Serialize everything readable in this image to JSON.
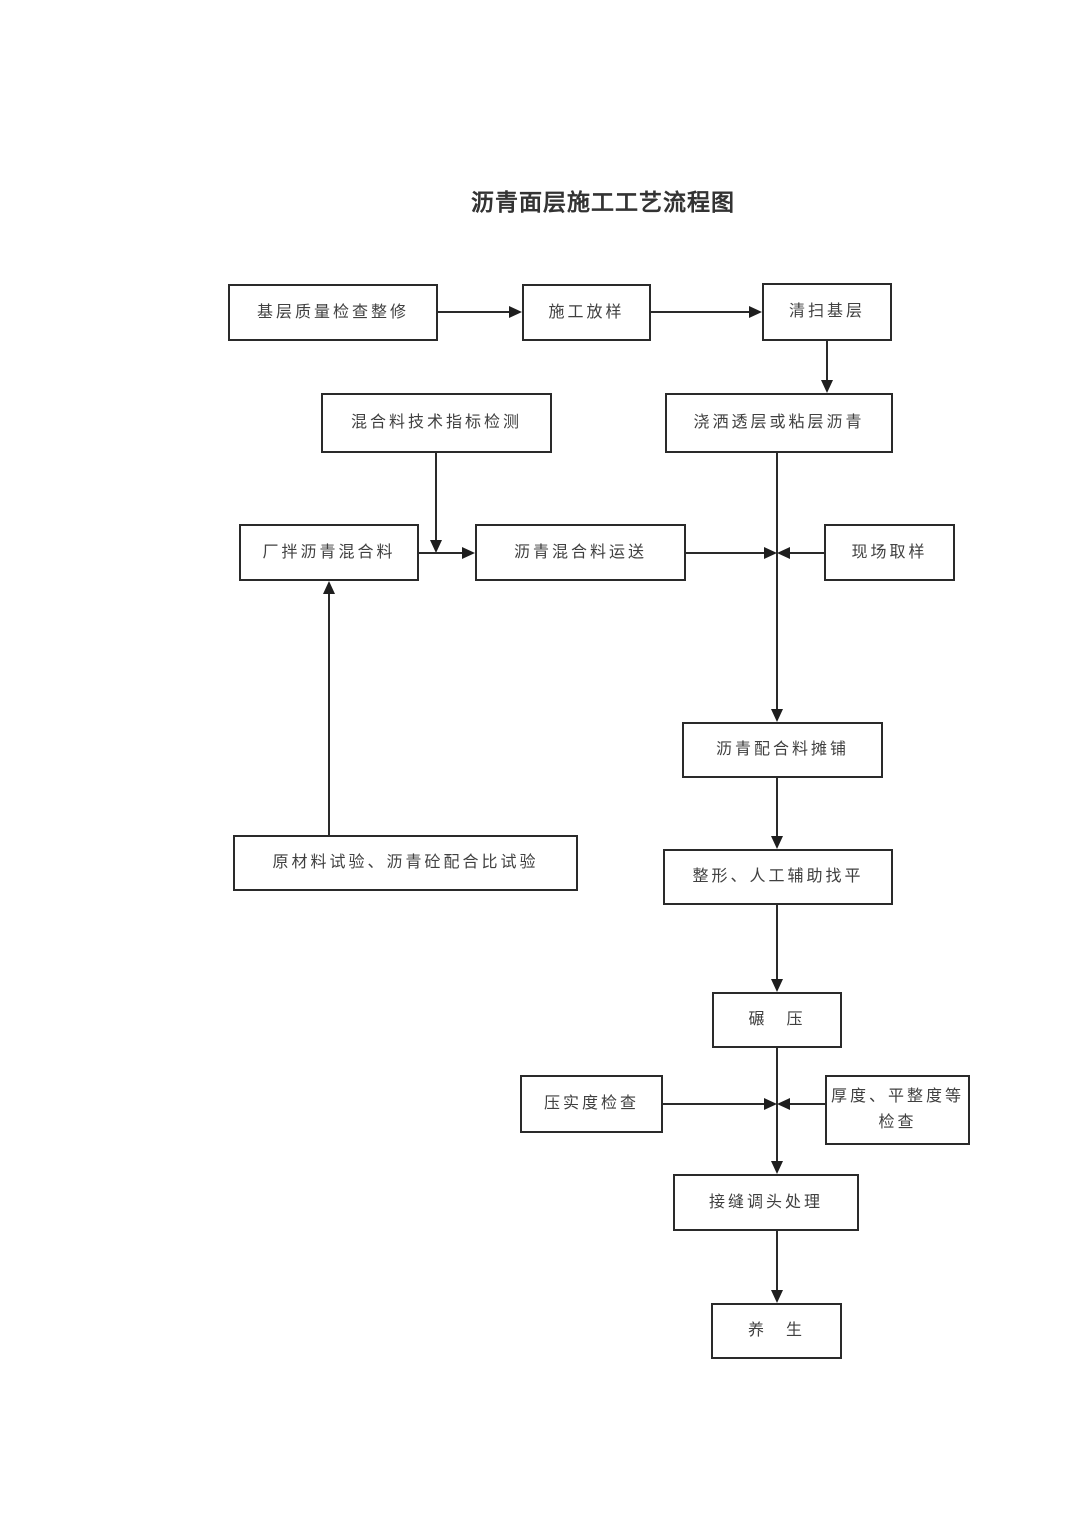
{
  "title": "沥青面层施工工艺流程图",
  "nodes": [
    {
      "id": "base-quality-check",
      "label": "基层质量检查整修"
    },
    {
      "id": "construction-layout",
      "label": "施工放样"
    },
    {
      "id": "sweep-base-layer",
      "label": "清扫基层"
    },
    {
      "id": "mixture-index-test",
      "label": "混合料技术指标检测"
    },
    {
      "id": "spray-prime-tack-coat",
      "label": "浇洒透层或粘层沥青"
    },
    {
      "id": "plant-mixed-asphalt",
      "label": "厂拌沥青混合料"
    },
    {
      "id": "mixture-transport",
      "label": "沥青混合料运送"
    },
    {
      "id": "site-sampling",
      "label": "现场取样"
    },
    {
      "id": "asphalt-mix-paving",
      "label": "沥青配合料摊铺"
    },
    {
      "id": "shaping-manual-leveling",
      "label": "整形、人工辅助找平"
    },
    {
      "id": "raw-material-mix-ratio-test",
      "label": "原材料试验、沥青砼配合比试验"
    },
    {
      "id": "rolling",
      "label": "碾　压"
    },
    {
      "id": "compaction-degree-check",
      "label": "压实度检查"
    },
    {
      "id": "thickness-evenness-check",
      "label_line1": "厚度、平整度等",
      "label_line2": "检查"
    },
    {
      "id": "joint-turnaround-treatment",
      "label": "接缝调头处理"
    },
    {
      "id": "curing",
      "label": "养　生"
    }
  ],
  "colors": {
    "background": "#ffffff",
    "line": "#2a2a2a",
    "text": "#404040"
  }
}
